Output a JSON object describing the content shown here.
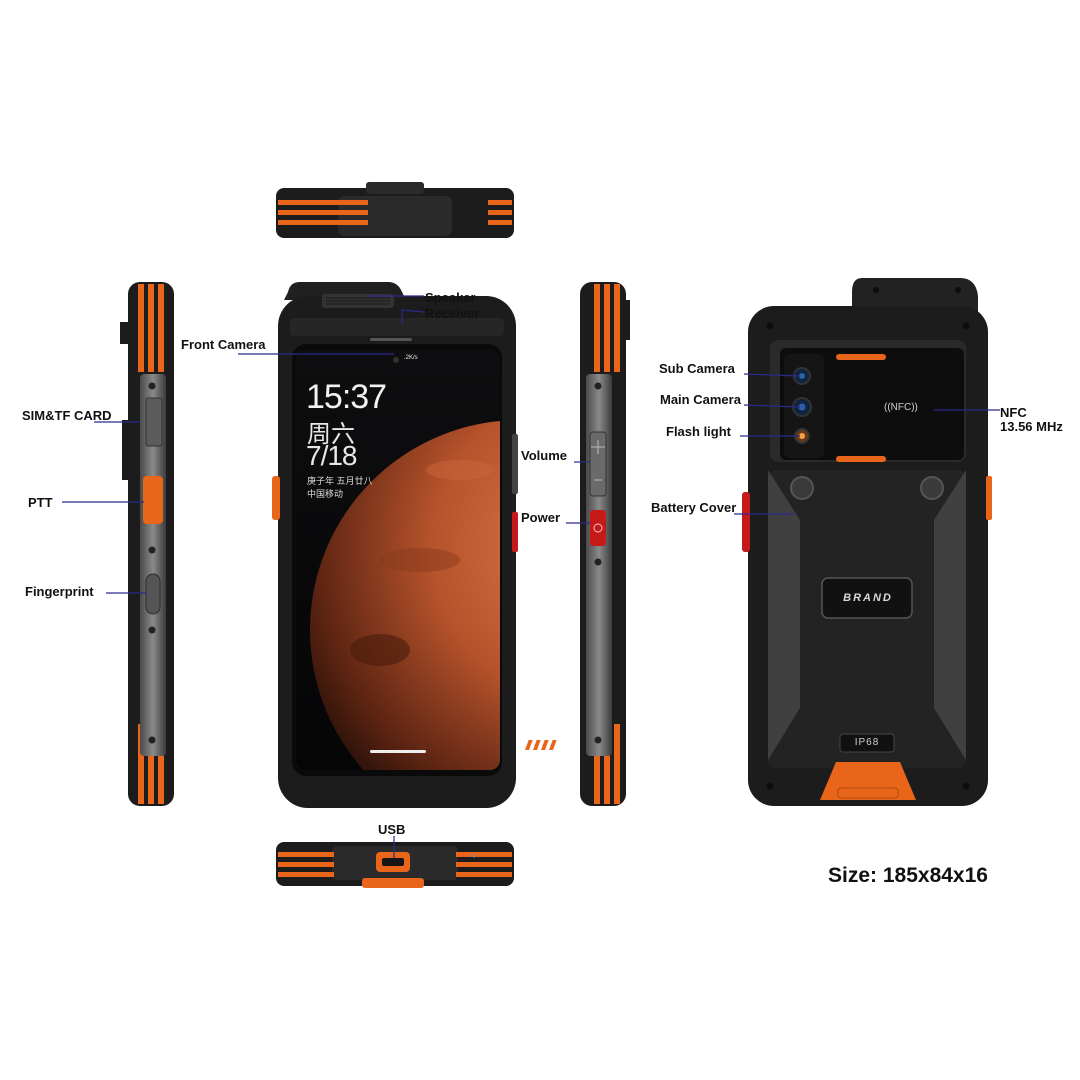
{
  "labels": {
    "speaker": "Speaker",
    "receiver": "Receiver",
    "front_camera": "Front Camera",
    "sim_tf_card": "SIM&TF CARD",
    "ptt": "PTT",
    "fingerprint": "Fingerprint",
    "volume": "Volume",
    "power": "Power",
    "sub_camera": "Sub Camera",
    "main_camera": "Main Camera",
    "flash_light": "Flash light",
    "battery_cover": "Battery Cover",
    "nfc": "NFC",
    "nfc_freq": "13.56 MHz",
    "usb": "USB"
  },
  "size_text": "Size: 185x84x16",
  "screen": {
    "time": "15:37",
    "weekday": "周六",
    "date": "7/18",
    "lunar": "庚子年 五月廿八",
    "carrier": "中国移动",
    "status": ".2K/s"
  },
  "back": {
    "brand": "BRAND",
    "ip_rating": "IP68",
    "nfc_mark": "((NFC))"
  },
  "colors": {
    "accent_orange": "#e8651a",
    "body_black": "#1c1c1c",
    "leader_line": "#2a2a8c",
    "power_red": "#c61a1a"
  }
}
